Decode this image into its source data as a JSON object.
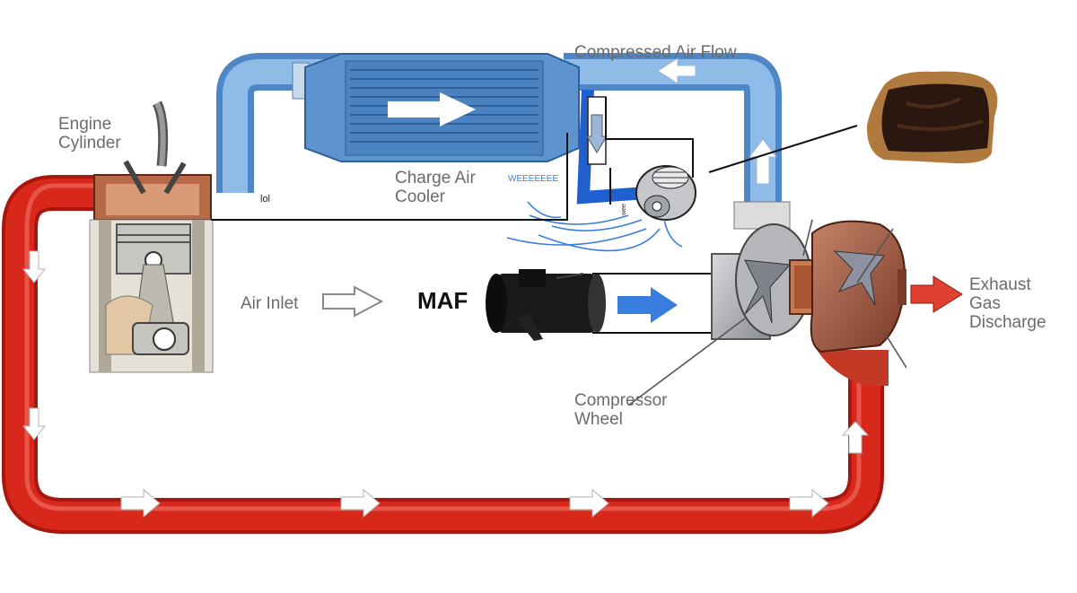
{
  "labels": {
    "engine_cylinder": "Engine\nCylinder",
    "compressed_air_flow": "Compressed Air Flow",
    "charge_air_cooler": "Charge Air\nCooler",
    "air_inlet": "Air Inlet",
    "maf": "MAF",
    "compressor_wheel": "Compressor\nWheel",
    "exhaust_gas_discharge": "Exhaust\nGas\nDischarge",
    "weeeeeee": "WEEEEEEE",
    "lol": "lol",
    "wee_small": "wee"
  },
  "colors": {
    "exhaust_pipe": "#d8281c",
    "intake_pipe": "#6aa3dc",
    "cooler_body": "#3f7fc4",
    "maf_arrow": "#3a7de0",
    "label_text": "#6b6b6b",
    "bov_blue": "#1f5fd0",
    "toast": "#b07a3e"
  },
  "icons": {
    "engine": "engine-cylinder-icon",
    "turbo": "turbocharger-icon",
    "maf_sensor": "maf-sensor-icon",
    "blow_off_valve": "blow-off-valve-icon",
    "toast": "burnt-toast-icon"
  }
}
